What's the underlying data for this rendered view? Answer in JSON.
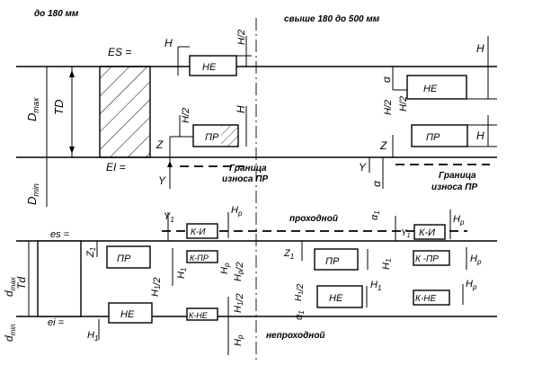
{
  "headers": {
    "left": "до 180 мм",
    "right": "свыше 180 до 500 мм"
  },
  "hole": {
    "ES": "ES =",
    "EI": "EI =",
    "Dmax": "D",
    "Dmax_sub": "max",
    "Dmin": "D",
    "Dmin_sub": "min",
    "TD": "TD",
    "wear_limit_line1": "Граница",
    "wear_limit_line2": "износа ПР"
  },
  "shaft": {
    "es": "es =",
    "ei": "ei =",
    "dmax": "d",
    "dmax_sub": "max",
    "dmin": "d",
    "dmin_sub": "min",
    "Td": "Td",
    "go": "проходной",
    "nogo": "непроходной"
  },
  "gauges": {
    "HE": "НЕ",
    "PR": "ПР",
    "KI": "К-И",
    "KPR": "К -ПР",
    "KHE": "К-НЕ",
    "KPR_small": "К-ПР"
  },
  "labels": {
    "H": "H",
    "H2": "H/2",
    "Z": "Z",
    "Y": "Y",
    "alpha": "α",
    "Y1": "Y",
    "Z1": "Z",
    "H1": "H",
    "H1_2": "H",
    "Hp": "H",
    "Hp2": "H",
    "alpha1": "α",
    "sub1": "1",
    "subp": "p",
    "half": "/2"
  }
}
